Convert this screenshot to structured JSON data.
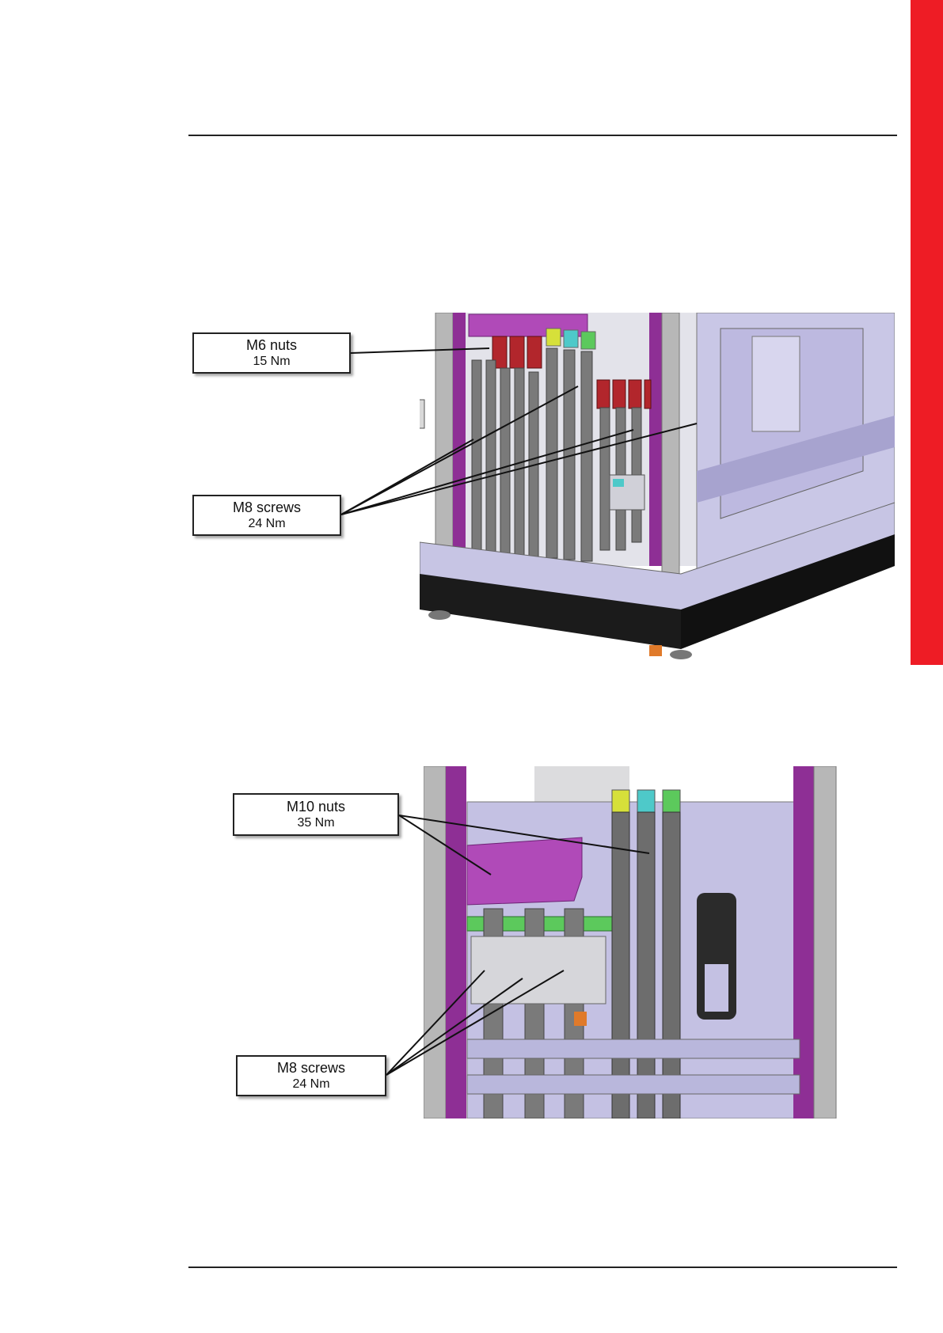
{
  "colors": {
    "side_tab": "#ee1c25",
    "frame_purple": "#8e2f95",
    "lavender": "#b7b3dd",
    "phase_yellow": "#d6e03a",
    "phase_cyan": "#4ec9c9",
    "phase_green": "#5cc95c",
    "busbar_red": "#b2262c",
    "cable_gray": "#707070"
  },
  "figure1": {
    "callouts": [
      {
        "line1": "M6 nuts",
        "line2": "15 Nm"
      },
      {
        "line1": "M8 screws",
        "line2": "24 Nm"
      }
    ]
  },
  "figure2": {
    "callouts": [
      {
        "line1": "M10 nuts",
        "line2": "35 Nm"
      },
      {
        "line1": "M8 screws",
        "line2": "24 Nm"
      }
    ]
  }
}
